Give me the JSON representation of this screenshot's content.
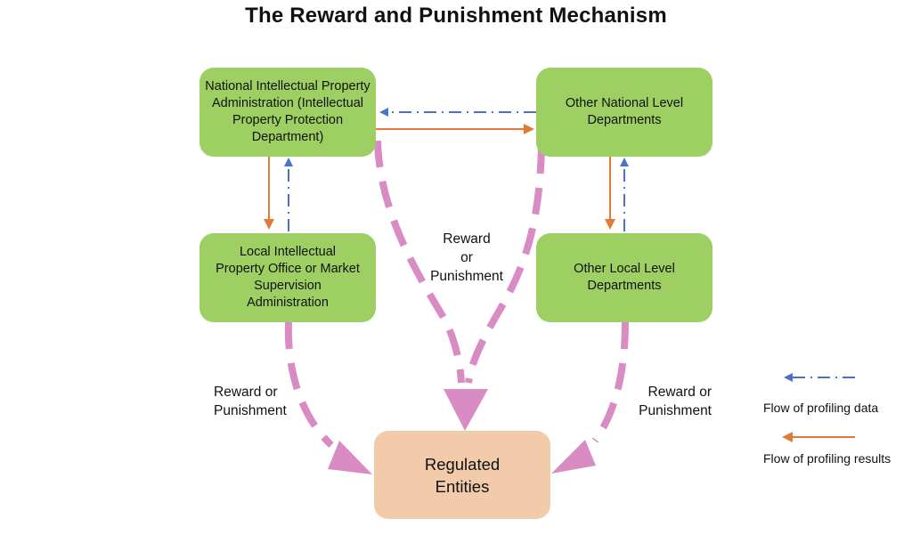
{
  "title": "The Reward and Punishment Mechanism",
  "nodes": {
    "national_ipa": "National Intellectual Property Administration (Intellectual Property Protection Department)",
    "other_national": "Other National Level Departments",
    "local_ipo": "Local Intellectual Property Office or Market Supervision Administration",
    "other_local": "Other Local Level Departments",
    "regulated": "Regulated Entities"
  },
  "edge_labels": {
    "center": [
      "Reward",
      "or",
      "Punishment"
    ],
    "left": [
      "Reward or",
      "Punishment"
    ],
    "right": [
      "Reward or",
      "Punishment"
    ]
  },
  "legend": {
    "profiling_data": "Flow of profiling data",
    "profiling_results": "Flow of profiling results"
  },
  "colors": {
    "node_green": "#9ecf62",
    "node_peach": "#f2cbaa",
    "data_flow_blue": "#4a72c8",
    "results_flow_orange": "#e07b39",
    "reward_pink": "#d98bc4"
  }
}
